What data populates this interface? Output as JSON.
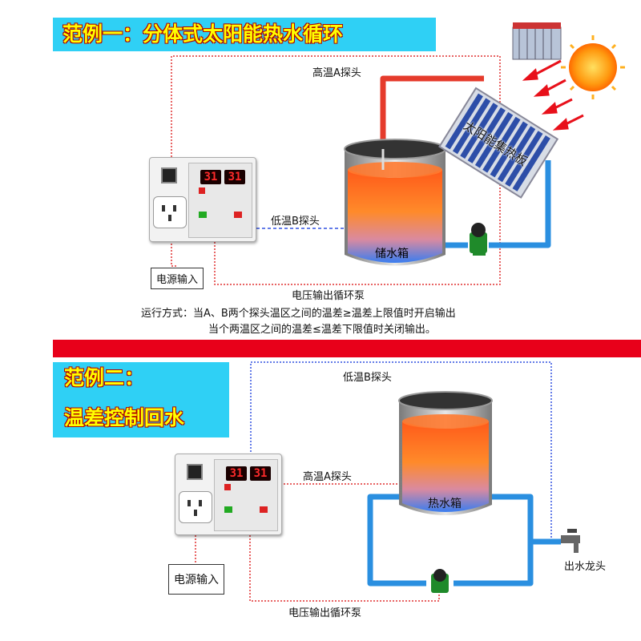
{
  "example1": {
    "banner": "范例一：分体式太阳能热水循环",
    "probe_high": "高温A探头",
    "probe_low": "低温B探头",
    "collector": "太阳能集热板",
    "tank": "储水箱",
    "power_input": "电源输入",
    "pump_output": "电压输出循环泵",
    "note_line1": "运行方式：当A、B两个探头温区之间的温差≥温差上限值时开启输出",
    "note_line2": "当个两温区之间的温差≤温差下限值时关闭输出。"
  },
  "example2": {
    "banner_line1": "范例二：",
    "banner_line2": "温差控制回水",
    "probe_low": "低温B探头",
    "probe_high": "高温A探头",
    "tank": "热水箱",
    "faucet": "出水龙头",
    "power_input": "电源输入",
    "pump_output": "电压输出循环泵"
  },
  "controller": {
    "display_a": "31",
    "display_b": "31"
  },
  "colors": {
    "hot_pipe": "#e53b2c",
    "cold_pipe": "#2a8fe0",
    "red_wire": "#e03030",
    "blue_wire": "#3050e0",
    "banner_bg": "#2fd0f5",
    "banner_text": "#ffff00",
    "divider": "#e8001a"
  }
}
